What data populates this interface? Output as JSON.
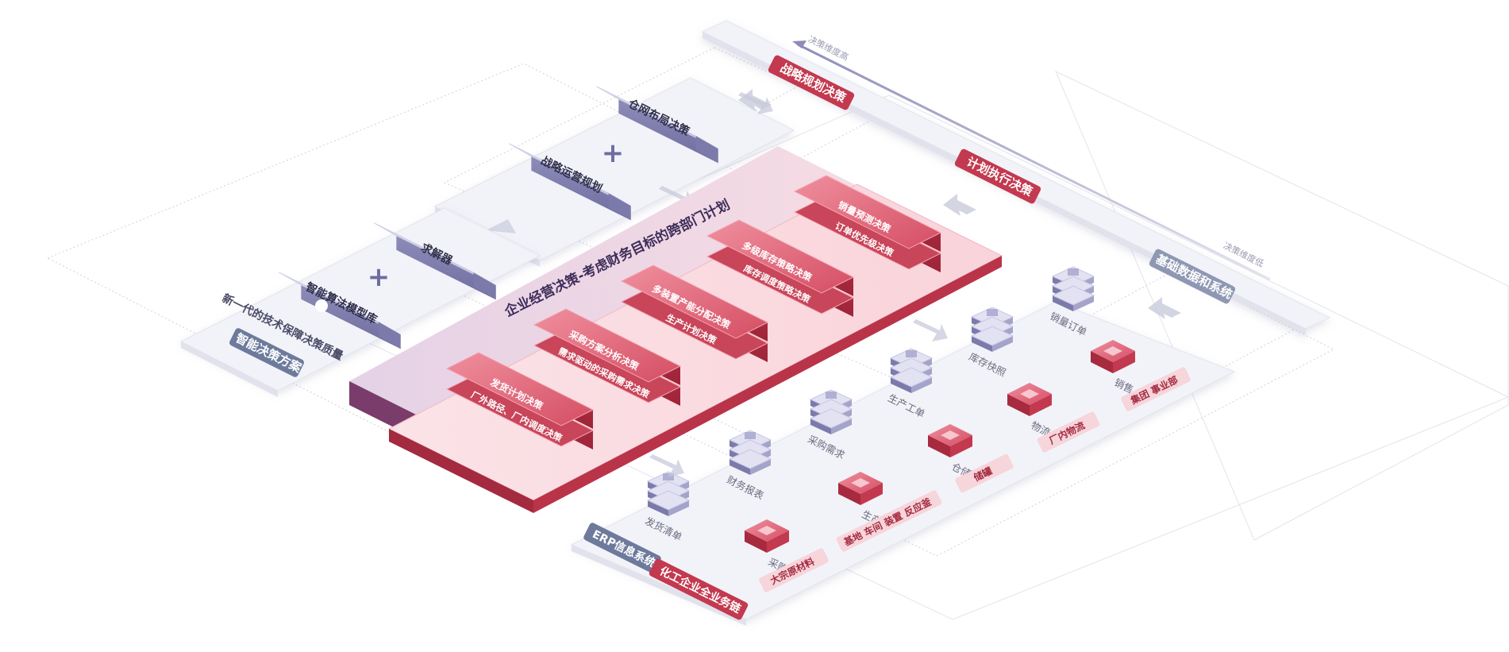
{
  "colors": {
    "red": "#c3394f",
    "red_dark": "#a42a3f",
    "red_light": "#f5c3cb",
    "lavender": "#8d8cb8",
    "lavender_dark": "#6e6da0",
    "slate_tag": "#6d7a9c",
    "panel": "#f2f3f8",
    "gray_text": "#8a8a98"
  },
  "strategic_panel": {
    "badge": "战略规划决策",
    "axis_label": "决策维度高",
    "plan_badge": "计划执行决策",
    "basic_badge": "基础数据和系统",
    "axis_label_low": "决策维度低"
  },
  "network_panel": {
    "warehouse_box": "仓网布局决策",
    "strategy_box": "战略运营规划",
    "plus": "+"
  },
  "solution_panel": {
    "solver_box": "求解器",
    "model_box": "智能算法模型库",
    "plus": "+",
    "subtitle": "新一代的技术保障决策质量",
    "badge": "智能决策方案"
  },
  "enterprise_panel": {
    "title": "企业经营决策-考虑财务目标的跨部门计划",
    "decisions": [
      {
        "line1": "发货计划决策",
        "line2": "厂外路径、厂内调度决策"
      },
      {
        "line1": "采购方案分析决策",
        "line2": "需求驱动的采购需求决策"
      },
      {
        "line1": "多装置产能分配决策",
        "line2": "生产计划决策"
      },
      {
        "line1": "多级库存策略决策",
        "line2": "库存调度策略决策"
      },
      {
        "line1": "销量预测决策",
        "line2": "订单优先级决策"
      }
    ]
  },
  "erp_panel": {
    "erp_badge": "ERP信息系统",
    "chain_badge": "化工企业全业务链",
    "databases": [
      "发货清单",
      "财务报表",
      "采购需求",
      "生产工单",
      "库存快照",
      "销量订单"
    ],
    "nodes": [
      "采购",
      "生产",
      "仓储",
      "物流",
      "销售"
    ],
    "tags": [
      "大宗原材料",
      "基地 车间 装置 反应釜",
      "储罐",
      "厂内物流",
      "集团 事业部"
    ]
  }
}
